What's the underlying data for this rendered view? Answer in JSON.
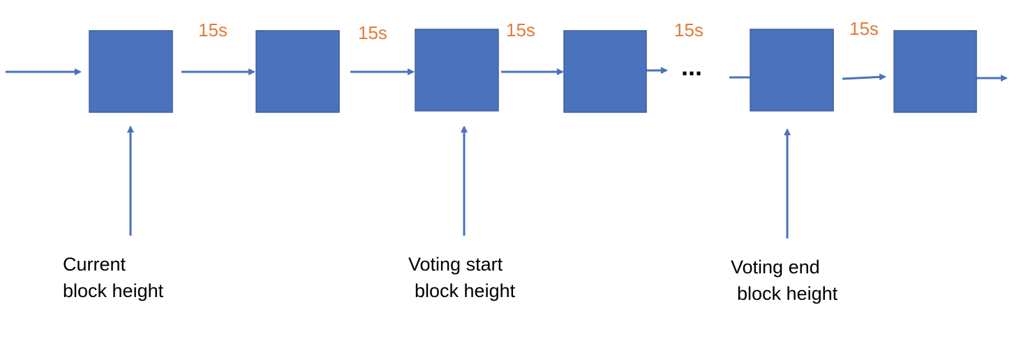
{
  "colors": {
    "block": "#4A72BD",
    "arrow": "#4A72BD",
    "interval_text": "#E07B39",
    "caption_text": "#000000"
  },
  "intervals": [
    "15s",
    "15s",
    "15s",
    "15s",
    "15s"
  ],
  "ellipsis": "...",
  "markers": {
    "current": {
      "line1": "Current",
      "line2": "block height"
    },
    "voting_start": {
      "line1": "Voting start",
      "line2": "block height"
    },
    "voting_end": {
      "line1": "Voting end",
      "line2": "block height"
    }
  }
}
